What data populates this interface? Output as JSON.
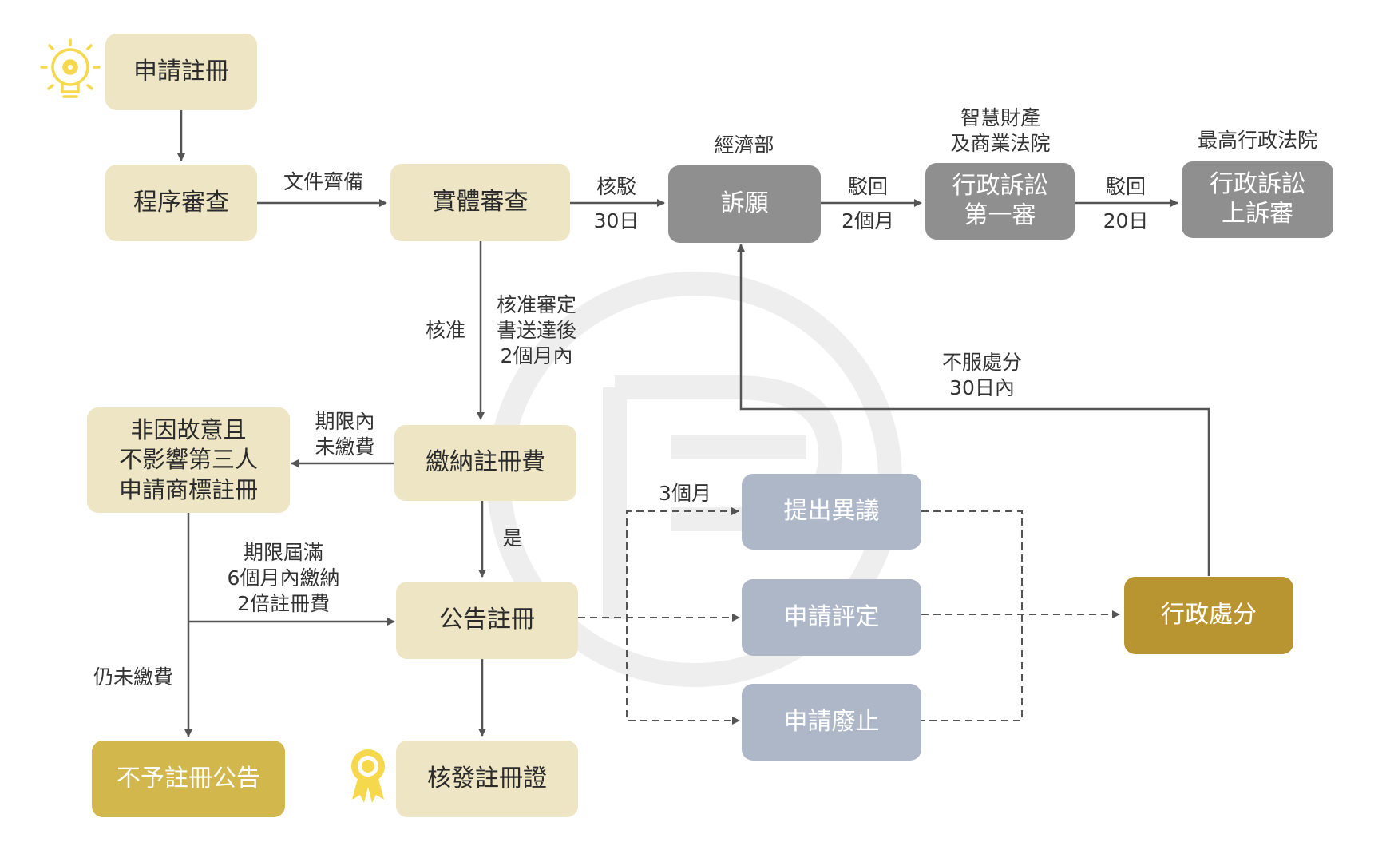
{
  "nodes": {
    "apply": "申請註冊",
    "procedure": "程序審查",
    "substantive": "實體審查",
    "petition": "訴願",
    "admin_first": [
      "行政訴訟",
      "第一審"
    ],
    "admin_appeal": [
      "行政訴訟",
      "上訴審"
    ],
    "pay_fee": "繳納註冊費",
    "unintentional": [
      "非因故意且",
      "不影響第三人",
      "申請商標註冊"
    ],
    "publish": "公告註冊",
    "certificate": "核發註冊證",
    "reject": "不予註冊公告",
    "opposition": "提出異議",
    "invalidation": "申請評定",
    "revocation": "申請廢止",
    "admin_disposition": "行政處分"
  },
  "labels": {
    "docs_complete": "文件齊備",
    "reject_top": "核駁",
    "reject_bottom": "30日",
    "moea": "經濟部",
    "ip_court": [
      "智慧財產",
      "及商業法院"
    ],
    "supreme_court": "最高行政法院",
    "return1_top": "駁回",
    "return1_bottom": "2個月",
    "return2_top": "駁回",
    "return2_bottom": "20日",
    "approve": "核准",
    "approve_deadline": [
      "核准審定",
      "書送達後",
      "2個月內"
    ],
    "unpaid_in_period": [
      "期限內",
      "未繳費"
    ],
    "yes": "是",
    "late_payment": [
      "期限屆滿",
      "6個月內繳納",
      "2倍註冊費"
    ],
    "still_unpaid": "仍未繳費",
    "three_months": "3個月",
    "dissatisfied": [
      "不服處分",
      "30日內"
    ]
  },
  "icons": {
    "start_icon": "lightbulb-gear-icon",
    "certificate_icon": "award-ribbon-icon",
    "watermark": "logo-watermark"
  },
  "colors": {
    "beige": "#ede5c4",
    "gray": "#8f8f8f",
    "blue_gray": "#aeb7c7",
    "gold": "#b99531",
    "gold_light": "#d2b74c",
    "icon_yellow": "#f6d84c",
    "line": "#555555"
  }
}
